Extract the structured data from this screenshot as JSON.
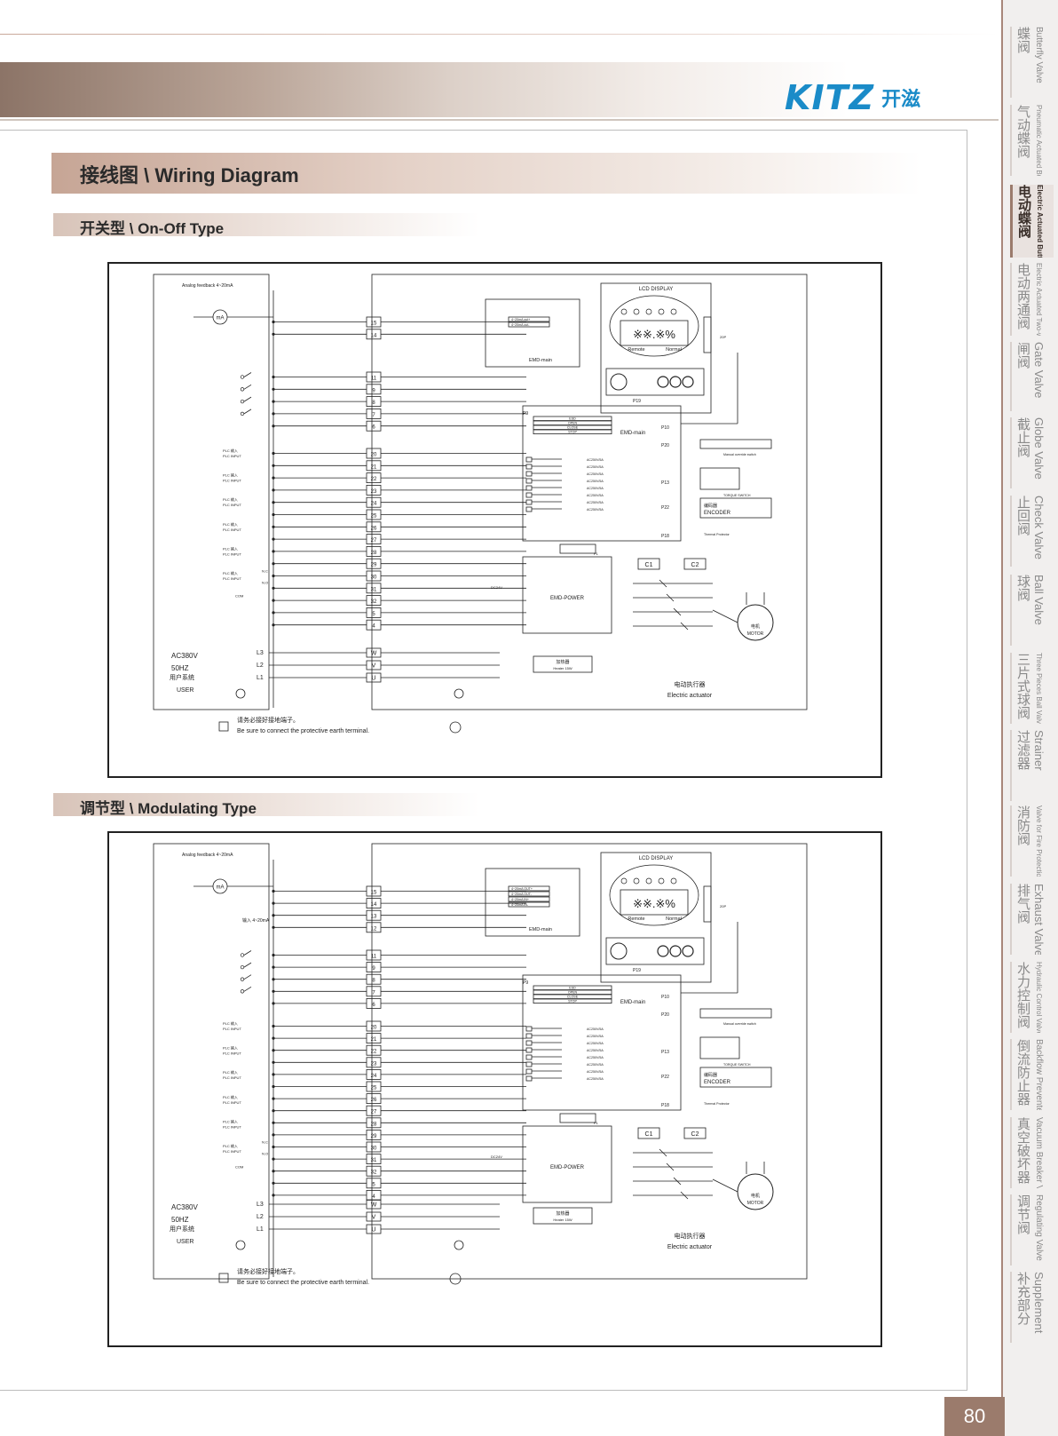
{
  "brand": {
    "logo_mark": "KITZ",
    "logo_cn": "开滋"
  },
  "section_title": "接线图 \\ Wiring Diagram",
  "subsections": [
    {
      "title": "开关型 \\ On-Off Type"
    },
    {
      "title": "调节型 \\ Modulating Type"
    }
  ],
  "diagram_common": {
    "lcd_display": "LCD DISPLAY",
    "emd_main": "EMD-main",
    "emd_power": "EMD-POWER",
    "motor_cn": "电机",
    "motor_en": "MOTOR",
    "encoder": "ENCODER",
    "encoder_cn": "编码器",
    "torque_switch": "TORQUE SWITCH",
    "manual_override": "Manual override switch",
    "thermal": "Thermal Protector",
    "heater": "Heater 15W",
    "heater_cn": "加热器",
    "actuator_cn": "电动执行器",
    "actuator_en": "Electric actuator",
    "user_cn": "用户系统",
    "user_en": "USER",
    "power_spec": "AC380V",
    "freq": "50HZ",
    "phases": [
      "L3",
      "L2",
      "L1"
    ],
    "terms_uvw": [
      "W",
      "V",
      "U"
    ],
    "earth_cn": "请务必接好接地端子。",
    "earth_en": "Be sure to connect the protective earth terminal.",
    "lcd_readout": "※※.※%",
    "remote": "Remote",
    "normal": "Normal",
    "plc_input": "PLC INPUT",
    "plc_input_cn": "PLC 输入",
    "analog_fb": "Analog feedback 4~20mA",
    "p_labels": [
      "P9",
      "P10",
      "P20",
      "P13",
      "P22",
      "P19",
      "P18",
      "P1"
    ],
    "cmd_labels": [
      "ESD",
      "OPEN",
      "CLOSE",
      "STOP"
    ],
    "c1": "C1",
    "c2": "C2",
    "dc24": "DC24V",
    "ac_rating": "AC250V/5A",
    "com": "COM",
    "nc": "N.C",
    "no": "N.O"
  },
  "diagram_onoff": {
    "terminals": [
      "15",
      "14",
      "11",
      "9",
      "8",
      "7",
      "6",
      "20",
      "21",
      "22",
      "23",
      "24",
      "25",
      "26",
      "27",
      "28",
      "29",
      "30",
      "31",
      "32",
      "5",
      "4"
    ],
    "signal_lines": [
      "4~20mA out+",
      "4~20mA out-"
    ]
  },
  "diagram_mod": {
    "terminals": [
      "15",
      "14",
      "13",
      "12",
      "11",
      "9",
      "8",
      "7",
      "6",
      "20",
      "21",
      "22",
      "23",
      "24",
      "25",
      "26",
      "27",
      "28",
      "29",
      "30",
      "31",
      "32",
      "5",
      "4"
    ],
    "signal_lines": [
      "4~20mA OUT+",
      "4~20mA OUT-",
      "4~20mA IN+",
      "4~20mA IN-"
    ],
    "input_label": "输入 4~20mA"
  },
  "side_tabs": [
    {
      "cn": "蝶阀",
      "en": "Butterfly Valve",
      "active": false
    },
    {
      "cn": "气动蝶阀",
      "en": "Pneumatic Actuated Butterfly Valves",
      "active": false
    },
    {
      "cn": "电动蝶阀",
      "en": "Electric Actuated Butterfly Valves",
      "active": true
    },
    {
      "cn": "电动两通阀",
      "en": "Electric Actuated Two-way Valve",
      "active": false
    },
    {
      "cn": "闸阀",
      "en": "Gate Valve",
      "active": false
    },
    {
      "cn": "截止阀",
      "en": "Globe Valve",
      "active": false
    },
    {
      "cn": "止回阀",
      "en": "Check Valve",
      "active": false
    },
    {
      "cn": "球阀",
      "en": "Ball Valve",
      "active": false
    },
    {
      "cn": "三片式球阀",
      "en": "Three Pieces Ball Valve",
      "active": false
    },
    {
      "cn": "过滤器",
      "en": "Strainer",
      "active": false
    },
    {
      "cn": "消防阀",
      "en": "Valve for Fire Protection",
      "active": false
    },
    {
      "cn": "排气阀",
      "en": "Exhaust Valve",
      "active": false
    },
    {
      "cn": "水力控制阀",
      "en": "Hydraulic Control Valve",
      "active": false
    },
    {
      "cn": "倒流防止器",
      "en": "Backflow Preventer",
      "active": false
    },
    {
      "cn": "真空破坏器",
      "en": "Vacuum Breaker Valve",
      "active": false
    },
    {
      "cn": "调节阀",
      "en": "Regulating Valve",
      "active": false
    },
    {
      "cn": "补充部分",
      "en": "Supplement",
      "active": false
    }
  ],
  "page_number": "80"
}
